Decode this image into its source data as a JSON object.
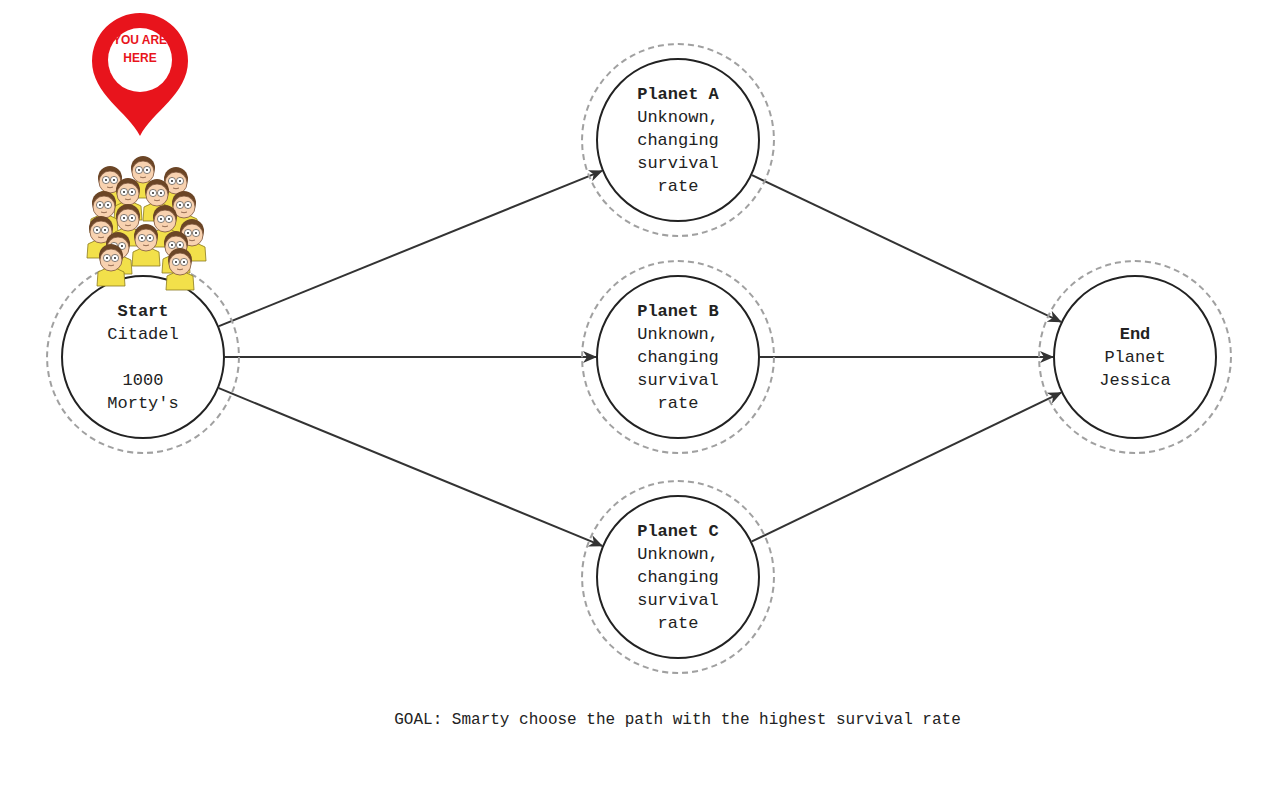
{
  "diagram": {
    "caption": "GOAL: Smarty choose the path with the highest survival rate",
    "nodes": [
      {
        "text": [
          "Start",
          "Citadel",
          "1000 Morty's"
        ]
      },
      {
        "text": [
          "Planet A",
          "Unknown, changing survival rate"
        ]
      },
      {
        "text": [
          "Planet B",
          "Unknown, changing survival rate"
        ]
      },
      {
        "text": [
          "Planet C",
          "Unknown, changing survival rate"
        ]
      },
      {
        "text": [
          "End",
          "Planet Jessica"
        ]
      }
    ],
    "edges": [
      {
        "from": 0,
        "to": 1,
        "arrow": "to"
      },
      {
        "from": 0,
        "to": 2,
        "arrow": "to"
      },
      {
        "from": 0,
        "to": 3,
        "arrow": "to"
      },
      {
        "from": 1,
        "to": 4,
        "arrow": "to"
      },
      {
        "from": 2,
        "to": 4,
        "arrow": "to"
      },
      {
        "from": 3,
        "to": 4,
        "arrow": "to"
      }
    ],
    "labels": [
      "YOU ARE HERE"
    ]
  }
}
